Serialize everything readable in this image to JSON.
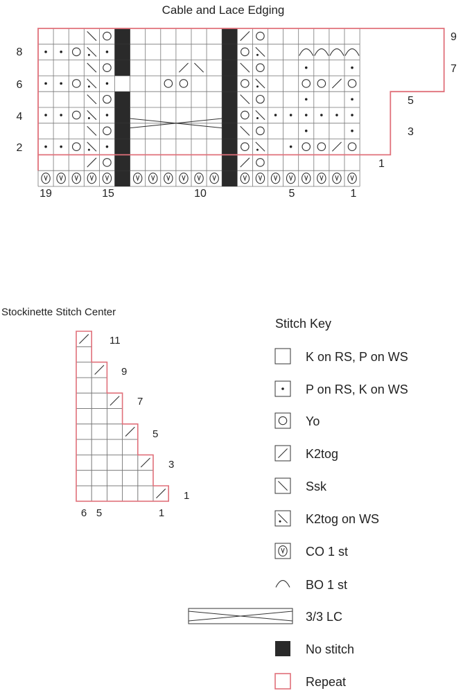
{
  "edging_chart": {
    "title": "Cable and Lace Edging",
    "row_labels_left": [
      "8",
      "6",
      "4",
      "2"
    ],
    "row_labels_right": [
      "9",
      "7",
      "5",
      "3",
      "1"
    ],
    "column_labels": [
      "19",
      "15",
      "10",
      "5",
      "1"
    ]
  },
  "stockinette_chart": {
    "title": "Stockinette Stitch Center",
    "row_labels": [
      "11",
      "9",
      "7",
      "5",
      "3",
      "1"
    ],
    "column_labels": [
      "6",
      "5",
      "1"
    ]
  },
  "stitch_key": {
    "title": "Stitch Key",
    "items": [
      {
        "symbol": "knit",
        "label": "K on RS, P on WS"
      },
      {
        "symbol": "purl",
        "label": "P on RS, K on WS"
      },
      {
        "symbol": "yo",
        "label": "Yo"
      },
      {
        "symbol": "k2tog",
        "label": "K2tog"
      },
      {
        "symbol": "ssk",
        "label": "Ssk"
      },
      {
        "symbol": "k2tog-ws",
        "label": "K2tog on WS"
      },
      {
        "symbol": "co",
        "label": "CO 1 st"
      },
      {
        "symbol": "bo",
        "label": "BO 1 st"
      },
      {
        "symbol": "cable",
        "label": "3/3 LC"
      },
      {
        "symbol": "nostitch",
        "label": "No stitch"
      },
      {
        "symbol": "repeat",
        "label": "Repeat"
      }
    ]
  },
  "colors": {
    "grid": "#777777",
    "repeat": "#e0707a",
    "no_stitch": "#2a2a2a",
    "text": "#222222"
  }
}
